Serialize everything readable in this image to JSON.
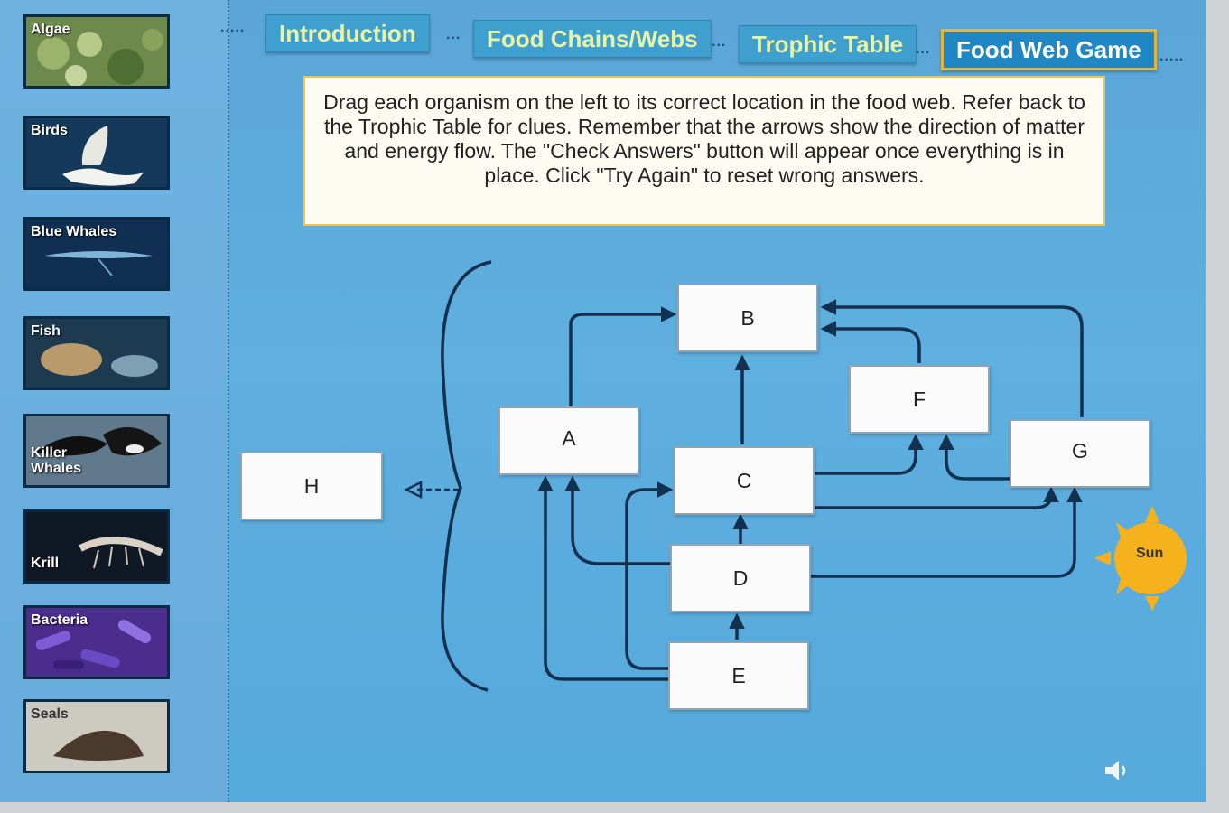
{
  "sidebar": {
    "organisms": [
      {
        "label": "Algae"
      },
      {
        "label": "Birds"
      },
      {
        "label": "Blue Whales"
      },
      {
        "label": "Fish"
      },
      {
        "label": "Killer Whales"
      },
      {
        "label": "Krill"
      },
      {
        "label": "Bacteria"
      },
      {
        "label": "Seals"
      }
    ]
  },
  "nav": {
    "tabs": [
      {
        "label": "Introduction"
      },
      {
        "label": "Food Chains/Webs"
      },
      {
        "label": "Trophic Table"
      },
      {
        "label": "Food Web Game"
      }
    ],
    "active_tab": "Food Web Game",
    "separator": "....."
  },
  "instructions": "Drag each organism on the left to its correct location in the food web. Refer back to the Trophic Table for clues. Remember that the arrows show the direction of matter and energy flow. The \"Check Answers\" button will appear once everything is in place. Click \"Try Again\" to reset wrong answers.",
  "foodweb": {
    "nodes": {
      "A": "A",
      "B": "B",
      "C": "C",
      "D": "D",
      "E": "E",
      "F": "F",
      "G": "G",
      "H": "H"
    }
  },
  "sun": {
    "label": "Sun"
  },
  "colors": {
    "arrow": "#12304f",
    "accent": "#e4b43d",
    "tab_text": "#e6f4a8"
  }
}
